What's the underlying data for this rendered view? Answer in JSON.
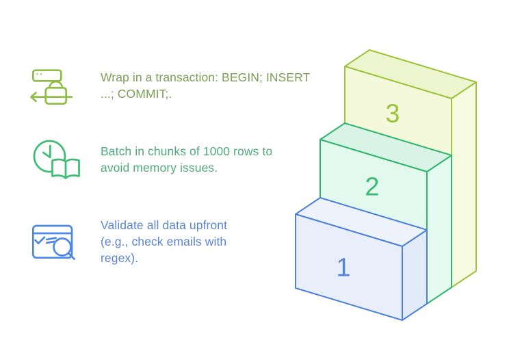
{
  "canvas": {
    "background": "#ffffff"
  },
  "steps": [
    {
      "icon": "transaction-lock-icon",
      "icon_color": "#8ebd41",
      "text_color": "#7e9e53",
      "lines": {
        "0": "Wrap in a transaction: BEGIN; INSERT",
        "1": "...; COMMIT;."
      }
    },
    {
      "icon": "clock-book-icon",
      "icon_color": "#3cbd74",
      "text_color": "#4faa7d",
      "lines": {
        "0": "Batch in chunks of 1000 rows to",
        "1": "avoid memory issues."
      }
    },
    {
      "icon": "validate-search-icon",
      "icon_color": "#4c87e9",
      "text_color": "#5c86d2",
      "lines": {
        "0": "Validate all data upfront",
        "1": "(e.g., check emails with",
        "2": "regex)."
      }
    }
  ],
  "diagram": {
    "type": "isometric-step-blocks",
    "blocks": [
      {
        "label": "1",
        "stroke": "#4d80d8",
        "front_fill": "#e8eefa",
        "top_fill": "#edf2fb",
        "side_fill": "#e2eaf8",
        "label_color": "#5584d2"
      },
      {
        "label": "2",
        "stroke": "#2fb56e",
        "front_fill": "#e2f9ee",
        "top_fill": "#d9f4e6",
        "side_fill": "#e5fbf1",
        "label_color": "#3cb873"
      },
      {
        "label": "3",
        "stroke": "#9cc33a",
        "front_fill": "#f4f9db",
        "top_fill": "#edf5cf",
        "side_fill": "#f6fae1",
        "label_color": "#9cc33e"
      }
    ]
  }
}
